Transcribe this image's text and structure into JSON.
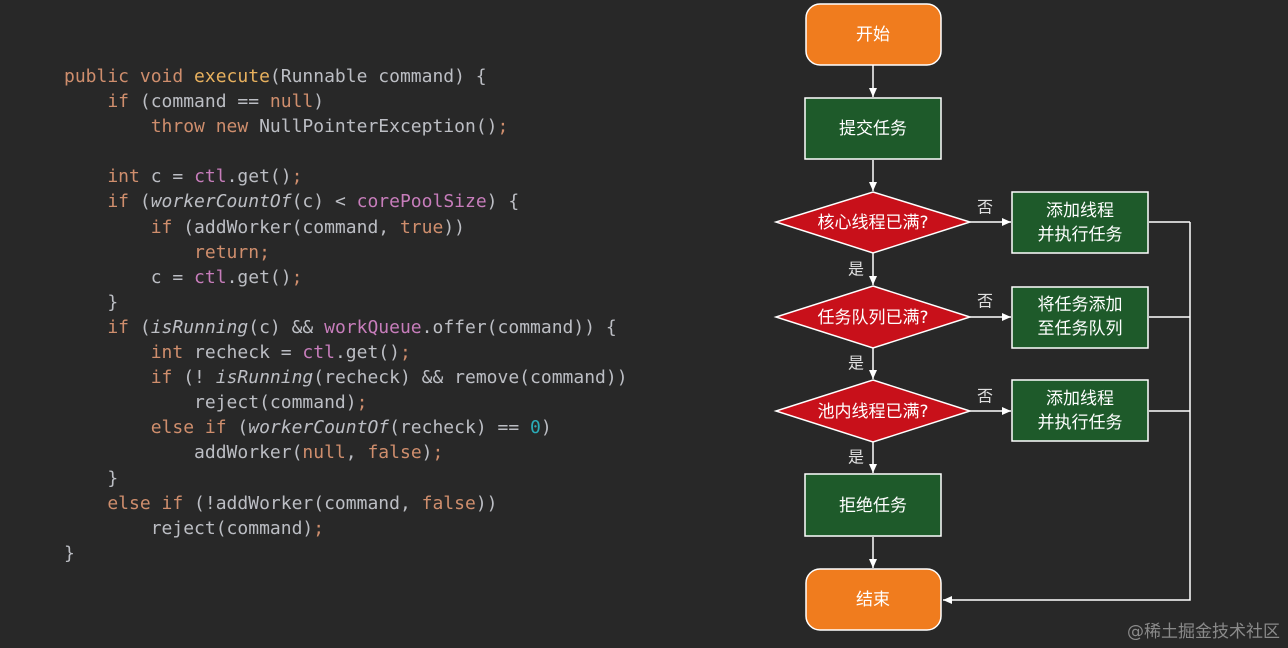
{
  "code": {
    "lines": [
      [
        {
          "t": "public void ",
          "c": "kw"
        },
        {
          "t": "execute",
          "c": "fn-decl"
        },
        {
          "t": "(Runnable command) {",
          "c": "punct"
        }
      ],
      [
        {
          "t": "    if ",
          "c": "kw"
        },
        {
          "t": "(command == ",
          "c": "punct"
        },
        {
          "t": "null",
          "c": "kw"
        },
        {
          "t": ")",
          "c": "punct"
        }
      ],
      [
        {
          "t": "        throw new ",
          "c": "kw"
        },
        {
          "t": "NullPointerException()",
          "c": "punct"
        },
        {
          "t": ";",
          "c": "semi"
        }
      ],
      [],
      [
        {
          "t": "    int ",
          "c": "kw"
        },
        {
          "t": "c = ",
          "c": "punct"
        },
        {
          "t": "ctl",
          "c": "field"
        },
        {
          "t": ".get()",
          "c": "punct"
        },
        {
          "t": ";",
          "c": "semi"
        }
      ],
      [
        {
          "t": "    if ",
          "c": "kw"
        },
        {
          "t": "(",
          "c": "punct"
        },
        {
          "t": "workerCountOf",
          "c": "ital"
        },
        {
          "t": "(c) < ",
          "c": "punct"
        },
        {
          "t": "corePoolSize",
          "c": "field"
        },
        {
          "t": ") {",
          "c": "punct"
        }
      ],
      [
        {
          "t": "        if ",
          "c": "kw"
        },
        {
          "t": "(addWorker(command, ",
          "c": "punct"
        },
        {
          "t": "true",
          "c": "kw"
        },
        {
          "t": "))",
          "c": "punct"
        }
      ],
      [
        {
          "t": "            return;",
          "c": "kw"
        }
      ],
      [
        {
          "t": "        c = ",
          "c": "punct"
        },
        {
          "t": "ctl",
          "c": "field"
        },
        {
          "t": ".get()",
          "c": "punct"
        },
        {
          "t": ";",
          "c": "semi"
        }
      ],
      [
        {
          "t": "    }",
          "c": "punct"
        }
      ],
      [
        {
          "t": "    if ",
          "c": "kw"
        },
        {
          "t": "(",
          "c": "punct"
        },
        {
          "t": "isRunning",
          "c": "ital"
        },
        {
          "t": "(c) && ",
          "c": "punct"
        },
        {
          "t": "workQueue",
          "c": "field"
        },
        {
          "t": ".offer(command)) {",
          "c": "punct"
        }
      ],
      [
        {
          "t": "        int ",
          "c": "kw"
        },
        {
          "t": "recheck = ",
          "c": "punct"
        },
        {
          "t": "ctl",
          "c": "field"
        },
        {
          "t": ".get()",
          "c": "punct"
        },
        {
          "t": ";",
          "c": "semi"
        }
      ],
      [
        {
          "t": "        if ",
          "c": "kw"
        },
        {
          "t": "(! ",
          "c": "punct"
        },
        {
          "t": "isRunning",
          "c": "ital"
        },
        {
          "t": "(recheck) && remove(command))",
          "c": "punct"
        }
      ],
      [
        {
          "t": "            reject(command)",
          "c": "punct"
        },
        {
          "t": ";",
          "c": "semi"
        }
      ],
      [
        {
          "t": "        else if ",
          "c": "kw"
        },
        {
          "t": "(",
          "c": "punct"
        },
        {
          "t": "workerCountOf",
          "c": "ital"
        },
        {
          "t": "(recheck) == ",
          "c": "punct"
        },
        {
          "t": "0",
          "c": "num"
        },
        {
          "t": ")",
          "c": "punct"
        }
      ],
      [
        {
          "t": "            addWorker(",
          "c": "punct"
        },
        {
          "t": "null",
          "c": "kw"
        },
        {
          "t": ", ",
          "c": "punct"
        },
        {
          "t": "false",
          "c": "kw"
        },
        {
          "t": ")",
          "c": "punct"
        },
        {
          "t": ";",
          "c": "semi"
        }
      ],
      [
        {
          "t": "    }",
          "c": "punct"
        }
      ],
      [
        {
          "t": "    else if ",
          "c": "kw"
        },
        {
          "t": "(!addWorker(command, ",
          "c": "punct"
        },
        {
          "t": "false",
          "c": "kw"
        },
        {
          "t": "))",
          "c": "punct"
        }
      ],
      [
        {
          "t": "        reject(command)",
          "c": "punct"
        },
        {
          "t": ";",
          "c": "semi"
        }
      ],
      [
        {
          "t": "}",
          "c": "punct"
        }
      ]
    ]
  },
  "flow": {
    "start": "开始",
    "submit": "提交任务",
    "q1": "核心线程已满?",
    "q2": "任务队列已满?",
    "q3": "池内线程已满?",
    "a1": [
      "添加线程",
      "并执行任务"
    ],
    "a2": [
      "将任务添加",
      "至任务队列"
    ],
    "a3": [
      "添加线程",
      "并执行任务"
    ],
    "reject": "拒绝任务",
    "end": "结束",
    "yes": "是",
    "no": "否"
  },
  "colors": {
    "terminal": "#f07c1e",
    "process": "#1e5a2a",
    "decision": "#c8101a",
    "line": "#ffffff"
  },
  "watermark": "@稀土掘金技术社区"
}
